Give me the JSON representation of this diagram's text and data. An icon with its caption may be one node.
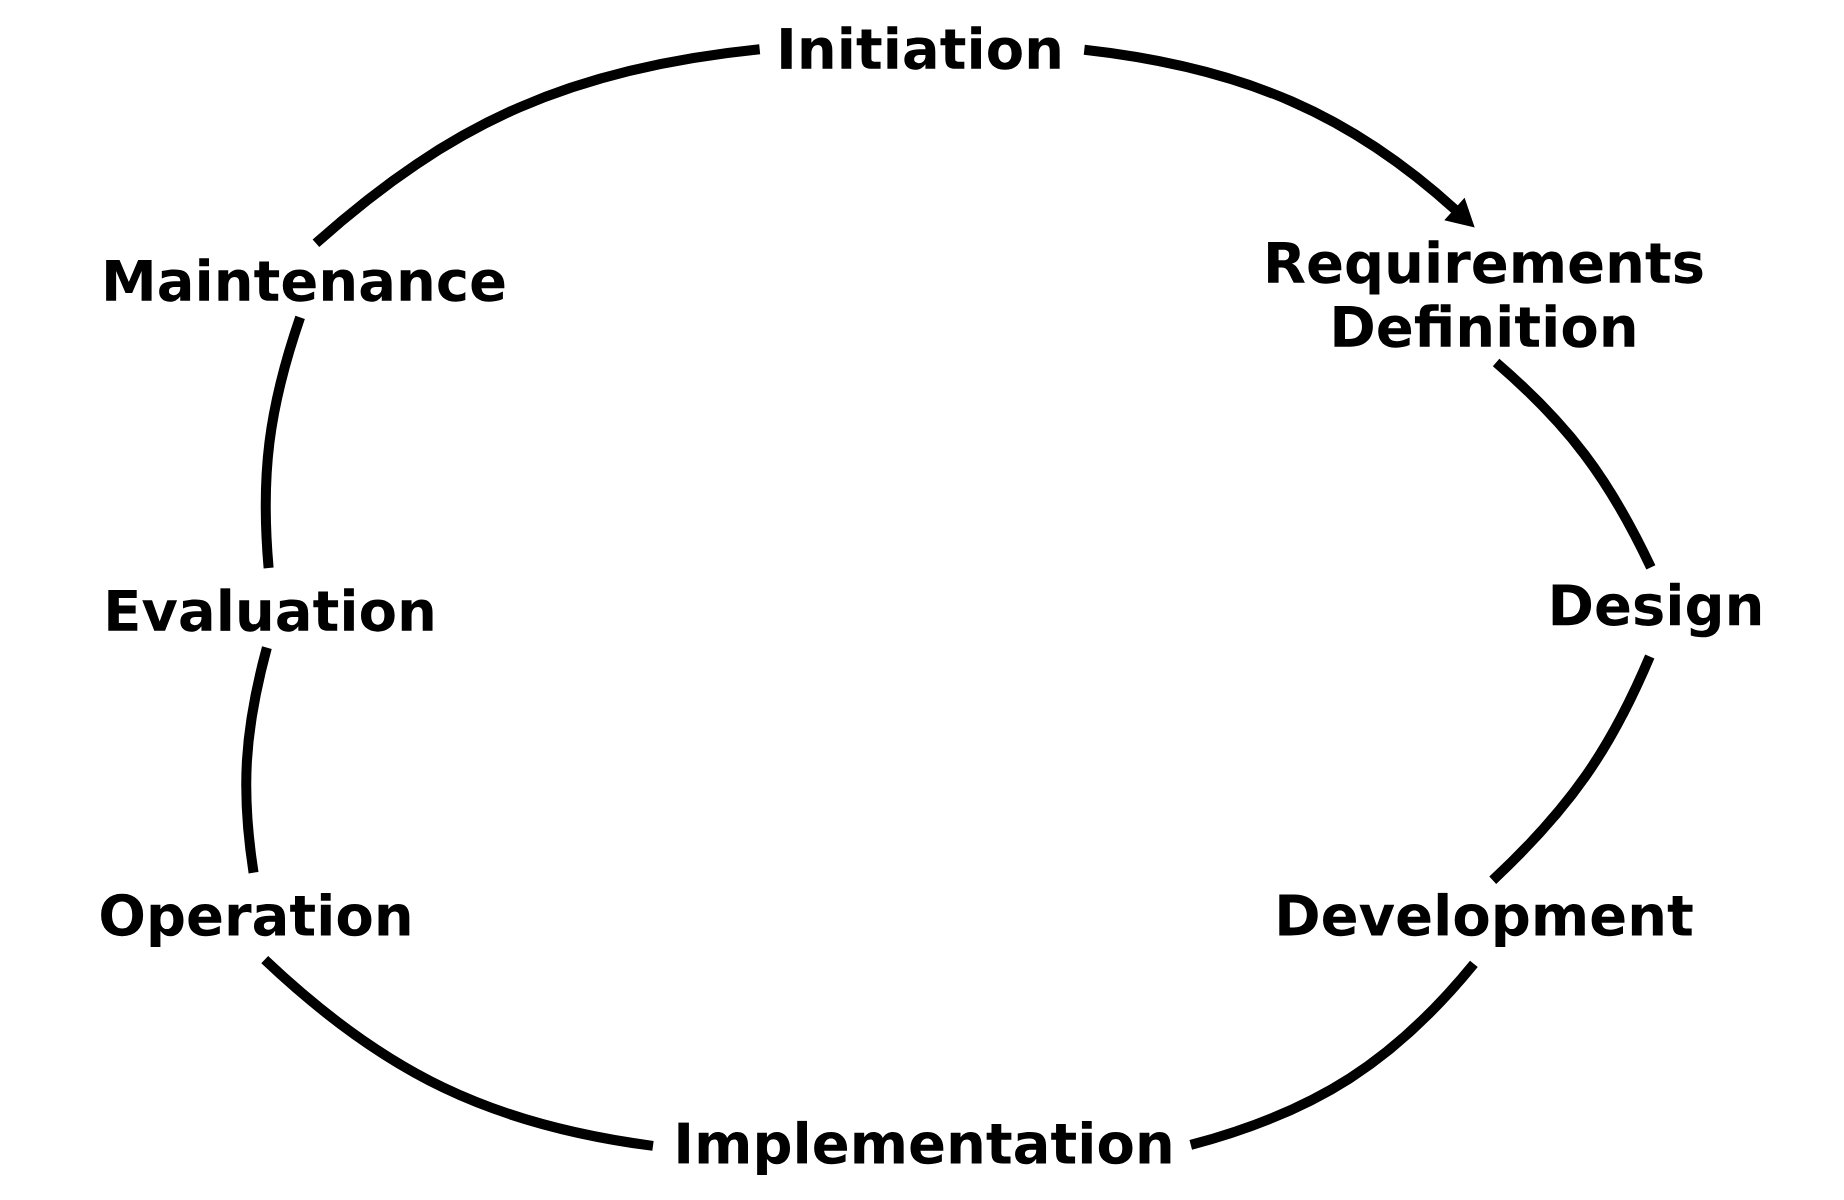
{
  "diagram": {
    "nodes": [
      {
        "text": [
          "Initiation"
        ]
      },
      {
        "text": [
          "Requirements Definition"
        ]
      },
      {
        "text": [
          "Design"
        ]
      },
      {
        "text": [
          "Development"
        ]
      },
      {
        "text": [
          "Implementation"
        ]
      },
      {
        "text": [
          "Operation"
        ]
      },
      {
        "text": [
          "Evaluation"
        ]
      },
      {
        "text": [
          "Maintenance"
        ]
      }
    ],
    "edges": [
      {
        "from": 0,
        "to": 1,
        "arrow": "to"
      },
      {
        "from": 1,
        "to": 2,
        "arrow": "none"
      },
      {
        "from": 2,
        "to": 3,
        "arrow": "none"
      },
      {
        "from": 3,
        "to": 4,
        "arrow": "none"
      },
      {
        "from": 4,
        "to": 5,
        "arrow": "none"
      },
      {
        "from": 5,
        "to": 6,
        "arrow": "none"
      },
      {
        "from": 6,
        "to": 7,
        "arrow": "none"
      },
      {
        "from": 7,
        "to": 0,
        "arrow": "none"
      }
    ]
  }
}
